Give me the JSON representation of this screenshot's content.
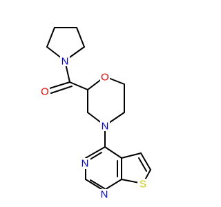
{
  "molecule": {
    "atoms": {
      "N_pyrrolidine": {
        "label": "N",
        "color": "#0000ff"
      },
      "O_carbonyl": {
        "label": "O",
        "color": "#ff0000"
      },
      "O_ring": {
        "label": "O",
        "color": "#ff0000"
      },
      "N_morpholine": {
        "label": "N",
        "color": "#0000ff"
      },
      "N_pyrimidine_a": {
        "label": "N",
        "color": "#0000ff"
      },
      "N_pyrimidine_b": {
        "label": "N",
        "color": "#0000ff"
      },
      "S_thiophene": {
        "label": "S",
        "color": "#cccc00"
      }
    },
    "bond_color": "#000000"
  }
}
